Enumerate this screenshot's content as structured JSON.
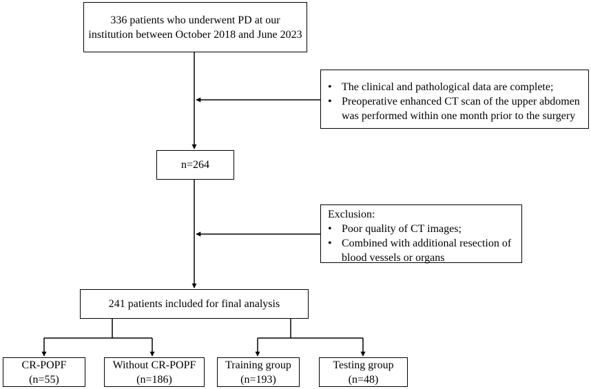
{
  "start": {
    "line1": "336 patients who underwent PD at our",
    "line2": "institution between October 2018 and June 2023"
  },
  "inclusion": {
    "items": [
      "The clinical and pathological data are complete;",
      "Preoperative enhanced CT scan of the upper abdomen was performed within one month prior to the surgery"
    ]
  },
  "after_inclusion": {
    "label": "n=264"
  },
  "exclusion": {
    "heading": "Exclusion:",
    "items": [
      "Poor quality of CT images;",
      "Combined with additional resection of blood vessels or organs"
    ]
  },
  "final": {
    "label": "241 patients included for final analysis"
  },
  "groups": [
    {
      "name": "CR-POPF",
      "count": "(n=55)"
    },
    {
      "name": "Without CR-POPF",
      "count": "(n=186)"
    },
    {
      "name": "Training group",
      "count": "(n=193)"
    },
    {
      "name": "Testing group",
      "count": "(n=48)"
    }
  ]
}
